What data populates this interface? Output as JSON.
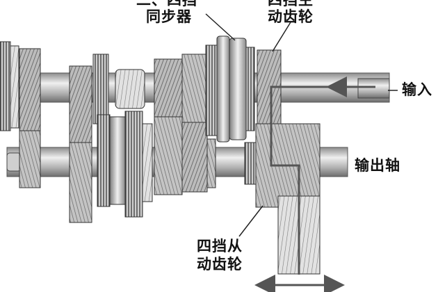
{
  "labels": {
    "synchronizer": [
      "二、四挡",
      "同步器"
    ],
    "fourth_drive_gear": [
      "四挡主",
      "动齿轮"
    ],
    "input": "输入",
    "output_shaft": "输出轴",
    "fourth_driven_gear": [
      "四挡从",
      "动齿轮"
    ]
  },
  "colors": {
    "gear_face": "#9a9a9a",
    "shaft": "#bdbdbd",
    "power_flow": "#555555",
    "text": "#111111"
  }
}
